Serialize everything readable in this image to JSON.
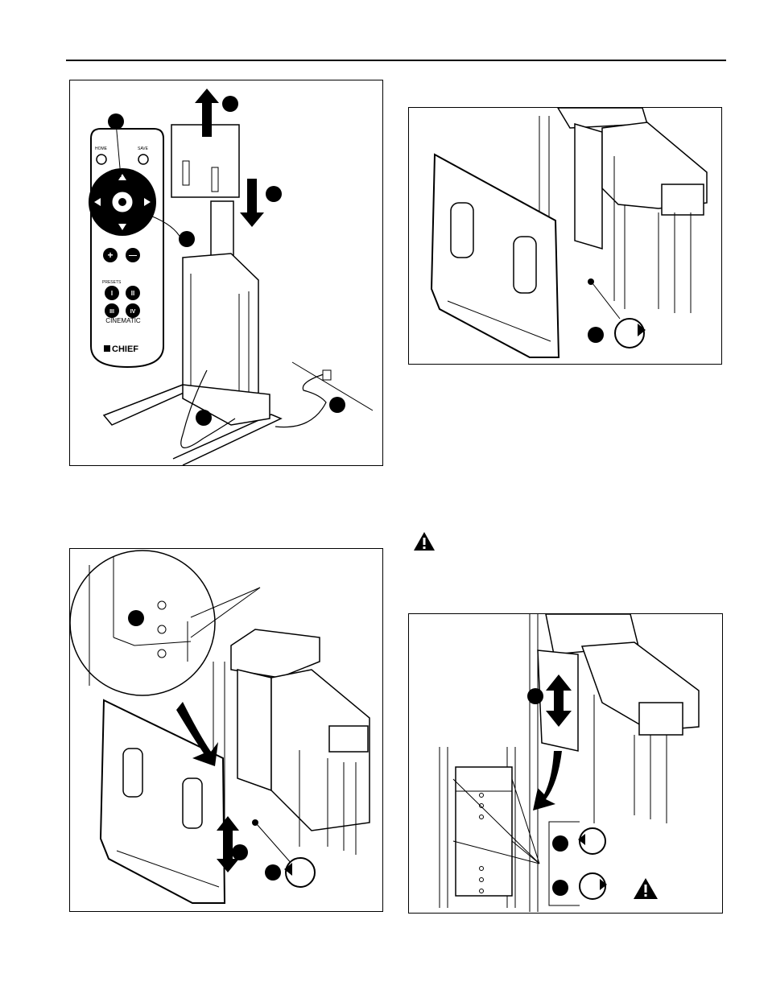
{
  "figures": {
    "top_left": {
      "remote": {
        "home_label": "HOME",
        "save_label": "SAVE",
        "presets_label": "PRESETS",
        "preset_buttons": [
          "I",
          "II",
          "III",
          "IV"
        ],
        "plus_label": "+",
        "minus_label": "—",
        "product_label": "CINEMATIC",
        "brand_label": "CHIEF"
      }
    }
  },
  "colors": {
    "line": "#000000",
    "fill": "#ffffff",
    "gray": "#d9d9d9"
  },
  "icons": [
    "warning-icon",
    "rotate-counterclockwise-icon",
    "rotate-clockwise-icon",
    "arrow-up-icon",
    "arrow-down-icon",
    "double-arrow-icon"
  ]
}
